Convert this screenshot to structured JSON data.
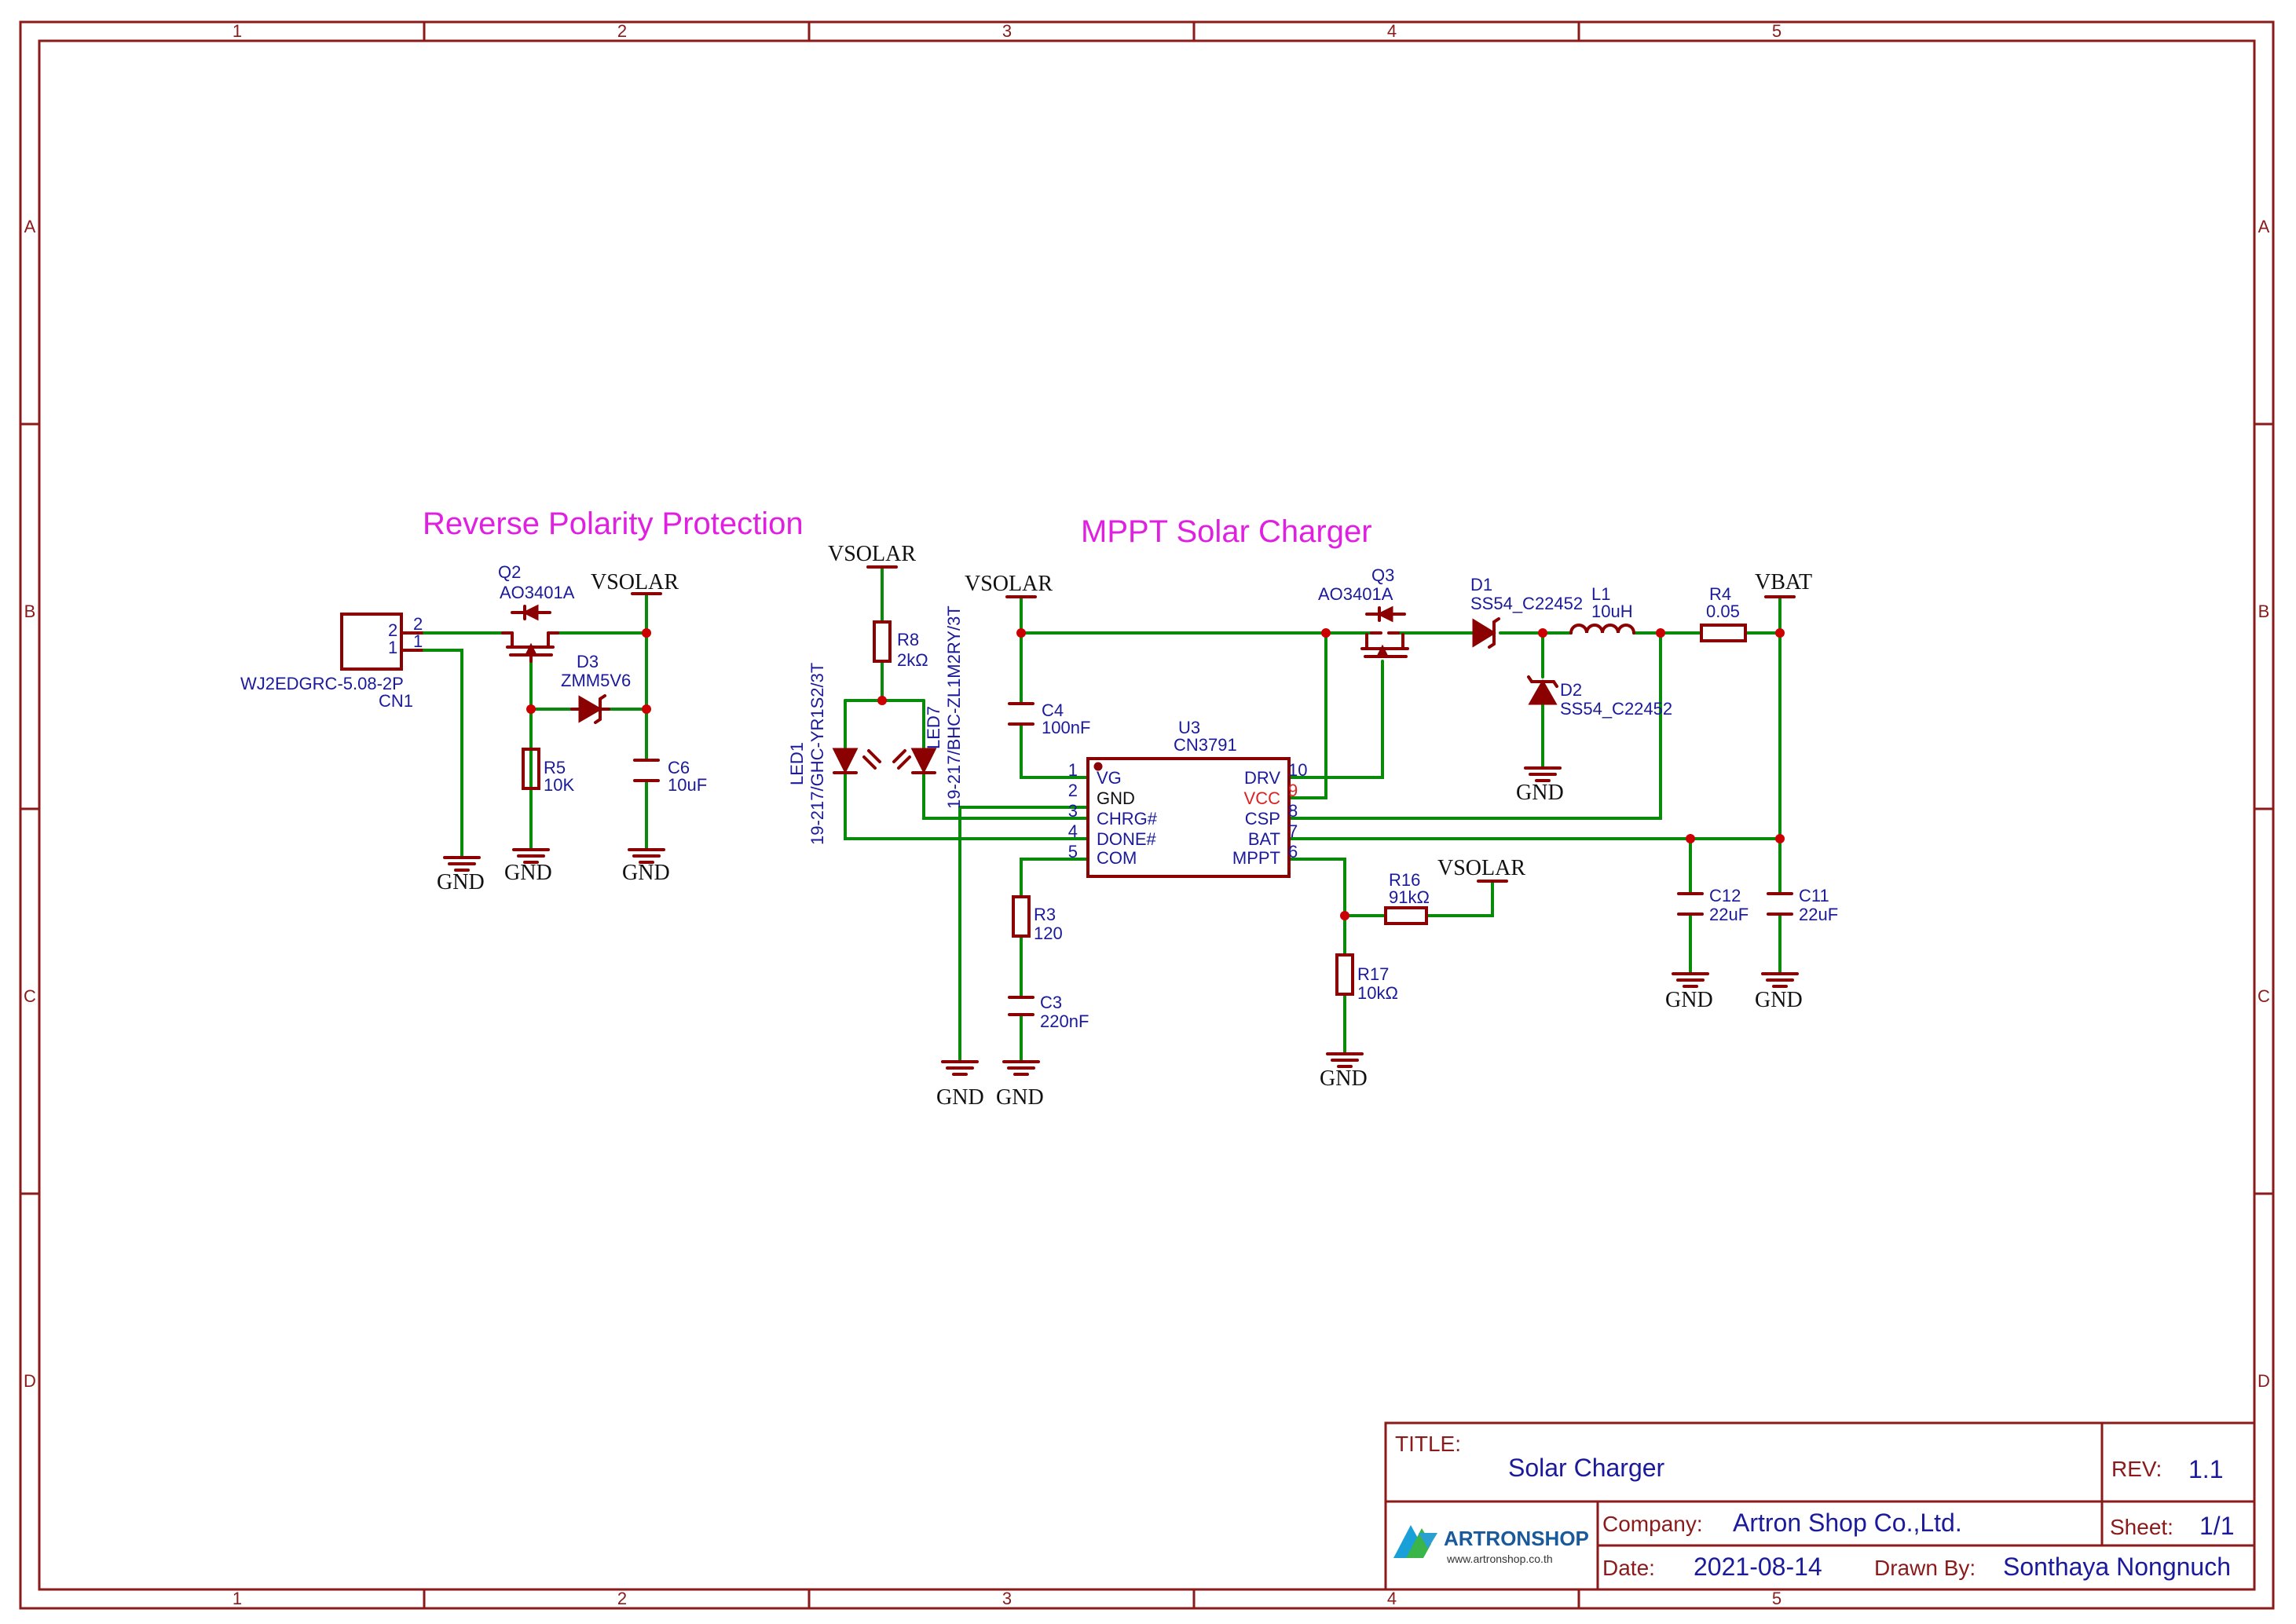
{
  "frame": {
    "columns": [
      "1",
      "2",
      "3",
      "4",
      "5"
    ],
    "rows": [
      "A",
      "B",
      "C",
      "D"
    ]
  },
  "headings": {
    "left": "Reverse Polarity Protection",
    "right": "MPPT Solar Charger"
  },
  "nets": {
    "vsolar": "VSOLAR",
    "vbat": "VBAT",
    "gnd": "GND"
  },
  "components": {
    "cn1": {
      "ref": "CN1",
      "value": "WJ2EDGRC-5.08-2P",
      "pin2": "2",
      "pin1": "1"
    },
    "q2": {
      "ref": "Q2",
      "value": "AO3401A"
    },
    "d3": {
      "ref": "D3",
      "value": "ZMM5V6"
    },
    "r5": {
      "ref": "R5",
      "value": "10K"
    },
    "c6": {
      "ref": "C6",
      "value": "10uF"
    },
    "r8": {
      "ref": "R8",
      "value": "2kΩ"
    },
    "led1": {
      "ref": "LED1",
      "value": "19-217/GHC-YR1S2/3T"
    },
    "led7": {
      "ref": "LED7",
      "value": "19-217/BHC-ZL1M2RY/3T"
    },
    "c4": {
      "ref": "C4",
      "value": "100nF"
    },
    "q3": {
      "ref": "Q3",
      "value": "AO3401A"
    },
    "d1": {
      "ref": "D1",
      "value": "SS54_C22452"
    },
    "l1": {
      "ref": "L1",
      "value": "10uH"
    },
    "r4": {
      "ref": "R4",
      "value": "0.05"
    },
    "d2": {
      "ref": "D2",
      "value": "SS54_C22452"
    },
    "u3": {
      "ref": "U3",
      "value": "CN3791",
      "left_pins": [
        {
          "num": "1",
          "name": "VG"
        },
        {
          "num": "2",
          "name": "GND"
        },
        {
          "num": "3",
          "name": "CHRG#"
        },
        {
          "num": "4",
          "name": "DONE#"
        },
        {
          "num": "5",
          "name": "COM"
        }
      ],
      "right_pins": [
        {
          "num": "10",
          "name": "DRV"
        },
        {
          "num": "9",
          "name": "VCC"
        },
        {
          "num": "8",
          "name": "CSP"
        },
        {
          "num": "7",
          "name": "BAT"
        },
        {
          "num": "6",
          "name": "MPPT"
        }
      ]
    },
    "r3": {
      "ref": "R3",
      "value": "120"
    },
    "c3": {
      "ref": "C3",
      "value": "220nF"
    },
    "r16": {
      "ref": "R16",
      "value": "91kΩ"
    },
    "r17": {
      "ref": "R17",
      "value": "10kΩ"
    },
    "c12": {
      "ref": "C12",
      "value": "22uF"
    },
    "c11": {
      "ref": "C11",
      "value": "22uF"
    }
  },
  "title_block": {
    "title_label": "TITLE:",
    "title": "Solar Charger",
    "rev_label": "REV:",
    "rev": "1.1",
    "company_label": "Company:",
    "company": "Artron Shop Co.,Ltd.",
    "sheet_label": "Sheet:",
    "sheet": "1/1",
    "date_label": "Date:",
    "date": "2021-08-14",
    "drawn_label": "Drawn By:",
    "drawn_by": "Sonthaya Nongnuch",
    "logo_text": "ARTRONSHOP",
    "logo_url": "www.artronshop.co.th"
  },
  "colors": {
    "frame": "#8b1a1a",
    "wire": "#0a8a0a",
    "component": "#8b0000",
    "label": "#1a1a9a",
    "heading": "#e020e0"
  }
}
